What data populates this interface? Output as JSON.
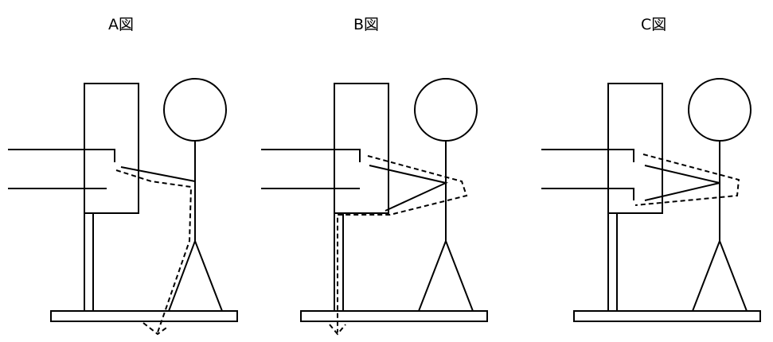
{
  "panels": [
    {
      "label": "A図"
    },
    {
      "label": "B図"
    },
    {
      "label": "C図"
    }
  ]
}
